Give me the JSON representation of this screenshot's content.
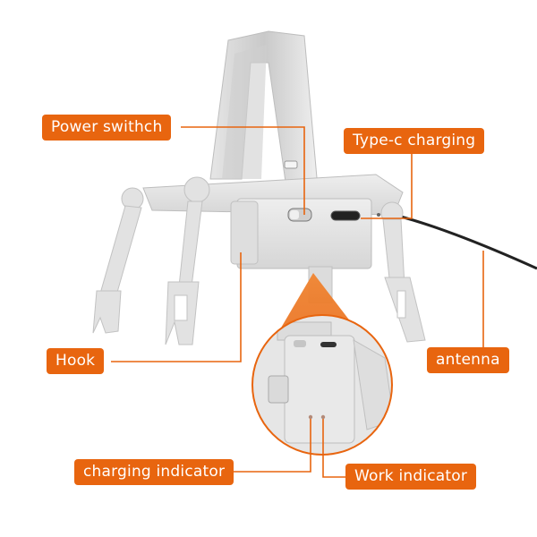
{
  "product": {
    "description": "Drone landing gear / battery module with strap, four folding legs, and external antenna",
    "colors": {
      "accent": "#e8650f",
      "body": "#e4e4e4",
      "shadow": "#c8c8c8",
      "cable": "#222222",
      "background": "#ffffff"
    }
  },
  "callouts": [
    {
      "id": "power-switch",
      "label": "Power swithch"
    },
    {
      "id": "type-c-charging",
      "label": "Type-c charging"
    },
    {
      "id": "hook",
      "label": "Hook"
    },
    {
      "id": "antenna",
      "label": "antenna"
    },
    {
      "id": "charging-indicator",
      "label": "charging indicator"
    },
    {
      "id": "work-indicator",
      "label": "Work indicator"
    }
  ],
  "inset": {
    "description": "Magnified detail view of module showing two indicator LEDs"
  }
}
